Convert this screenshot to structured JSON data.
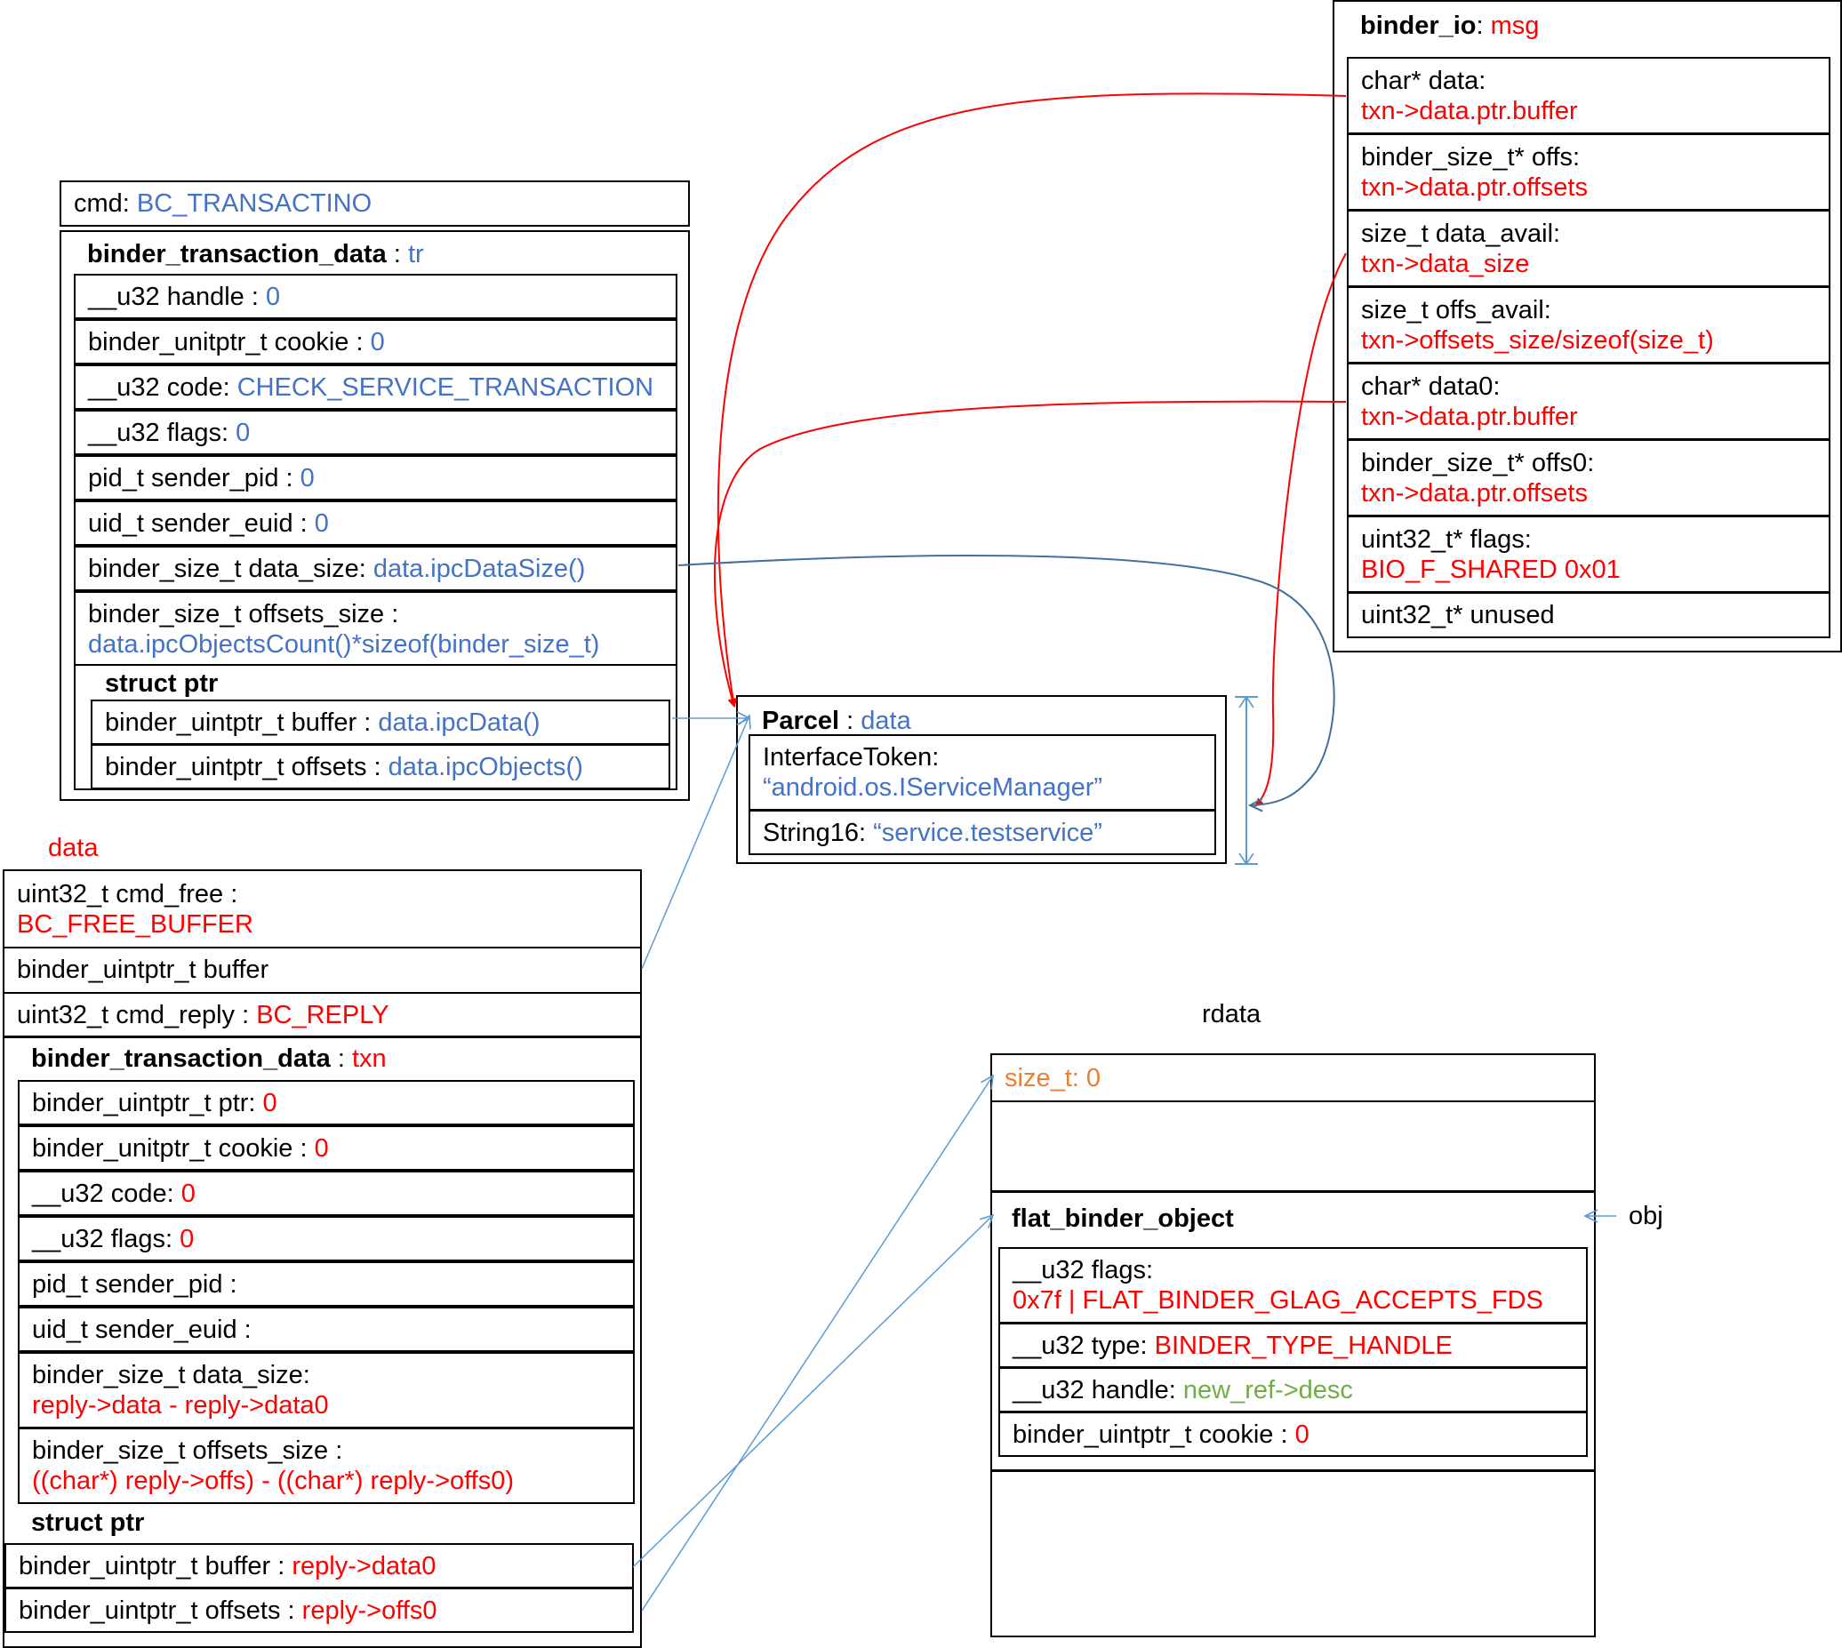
{
  "cmd": {
    "label": "cmd: ",
    "value": "BC_TRANSACTINO"
  },
  "tr": {
    "title": "binder_transaction_data",
    "sep": " : ",
    "var": "tr",
    "rows": [
      {
        "label": "__u32 handle : ",
        "value": "0"
      },
      {
        "label": "binder_unitptr_t cookie : ",
        "value": "0"
      },
      {
        "label": "__u32 code: ",
        "value": "CHECK_SERVICE_TRANSACTION"
      },
      {
        "label": "__u32 flags: ",
        "value": "0"
      },
      {
        "label": "pid_t sender_pid : ",
        "value": "0"
      },
      {
        "label": "uid_t sender_euid : ",
        "value": "0"
      },
      {
        "label": "binder_size_t data_size: ",
        "value": "data.ipcDataSize()"
      },
      {
        "label": "binder_size_t offsets_size :",
        "value": "data.ipcObjectsCount()*sizeof(binder_size_t)"
      }
    ],
    "ptr_title": "struct ptr",
    "ptr_rows": [
      {
        "label": "binder_uintptr_t buffer : ",
        "value": "data.ipcData()"
      },
      {
        "label": "binder_uintptr_t offsets : ",
        "value": "data.ipcObjects()"
      }
    ]
  },
  "parcel": {
    "title": "Parcel",
    "sep": " : ",
    "var": "data",
    "rows": [
      {
        "label": "InterfaceToken:",
        "value": "“android.os.IServiceManager”"
      },
      {
        "label": "String16: ",
        "value": "“service.testservice”"
      }
    ]
  },
  "bio": {
    "title": "binder_io",
    "sep": ": ",
    "var": "msg",
    "rows": [
      {
        "label": "char* data:",
        "value": "txn->data.ptr.buffer"
      },
      {
        "label": "binder_size_t* offs:",
        "value": "txn->data.ptr.offsets"
      },
      {
        "label": "size_t data_avail:",
        "value": "txn->data_size"
      },
      {
        "label": "size_t offs_avail:",
        "value": "txn->offsets_size/sizeof(size_t)"
      },
      {
        "label": "char* data0:",
        "value": "txn->data.ptr.buffer"
      },
      {
        "label": "binder_size_t* offs0:",
        "value": "txn->data.ptr.offsets"
      },
      {
        "label": "uint32_t* flags:",
        "value": "BIO_F_SHARED 0x01"
      },
      {
        "label": "uint32_t* unused",
        "value": ""
      }
    ]
  },
  "reply": {
    "caption": "data",
    "rows": [
      {
        "label": "uint32_t cmd_free :",
        "value": "BC_FREE_BUFFER"
      },
      {
        "label": "binder_uintptr_t buffer",
        "value": ""
      },
      {
        "label": "uint32_t cmd_reply : ",
        "value": "BC_REPLY"
      }
    ],
    "txn": {
      "title": "binder_transaction_data",
      "sep": " : ",
      "var": "txn",
      "rows": [
        {
          "label": "binder_uintptr_t ptr: ",
          "value": "0"
        },
        {
          "label": "binder_unitptr_t cookie : ",
          "value": "0"
        },
        {
          "label": "__u32 code: ",
          "value": "0"
        },
        {
          "label": "__u32 flags: ",
          "value": "0"
        },
        {
          "label": "pid_t sender_pid :",
          "value": ""
        },
        {
          "label": "uid_t sender_euid :",
          "value": ""
        },
        {
          "label": "binder_size_t data_size:",
          "value": "reply->data - reply->data0"
        },
        {
          "label": "binder_size_t offsets_size :",
          "value": "((char*) reply->offs) - ((char*) reply->offs0)"
        }
      ],
      "ptr_title": "struct ptr",
      "ptr_rows": [
        {
          "label": "binder_uintptr_t buffer : ",
          "value": "reply->data0"
        },
        {
          "label": "binder_uintptr_t offsets : ",
          "value": "reply->offs0"
        }
      ]
    }
  },
  "rdata": {
    "caption": "rdata",
    "size_label": "size_t: 0",
    "fbo": {
      "title": "flat_binder_object",
      "rows": [
        {
          "label": "__u32 flags:",
          "value": "0x7f | FLAT_BINDER_GLAG_ACCEPTS_FDS",
          "color": "red"
        },
        {
          "label": "__u32 type: ",
          "value": "BINDER_TYPE_HANDLE",
          "color": "red"
        },
        {
          "label": "__u32 handle: ",
          "value": "new_ref->desc",
          "color": "green"
        },
        {
          "label": "binder_uintptr_t cookie :  ",
          "value": "0",
          "color": "red"
        }
      ]
    },
    "obj_label": "obj"
  },
  "colors": {
    "value_blue": "#4472c4",
    "value_red": "#ff0000",
    "value_orange": "#ed7d31",
    "value_green": "#70ad47",
    "arrow_red": "#ff0000",
    "arrow_blue": "#41719c",
    "arrow_lightblue": "#5b9bd5"
  }
}
